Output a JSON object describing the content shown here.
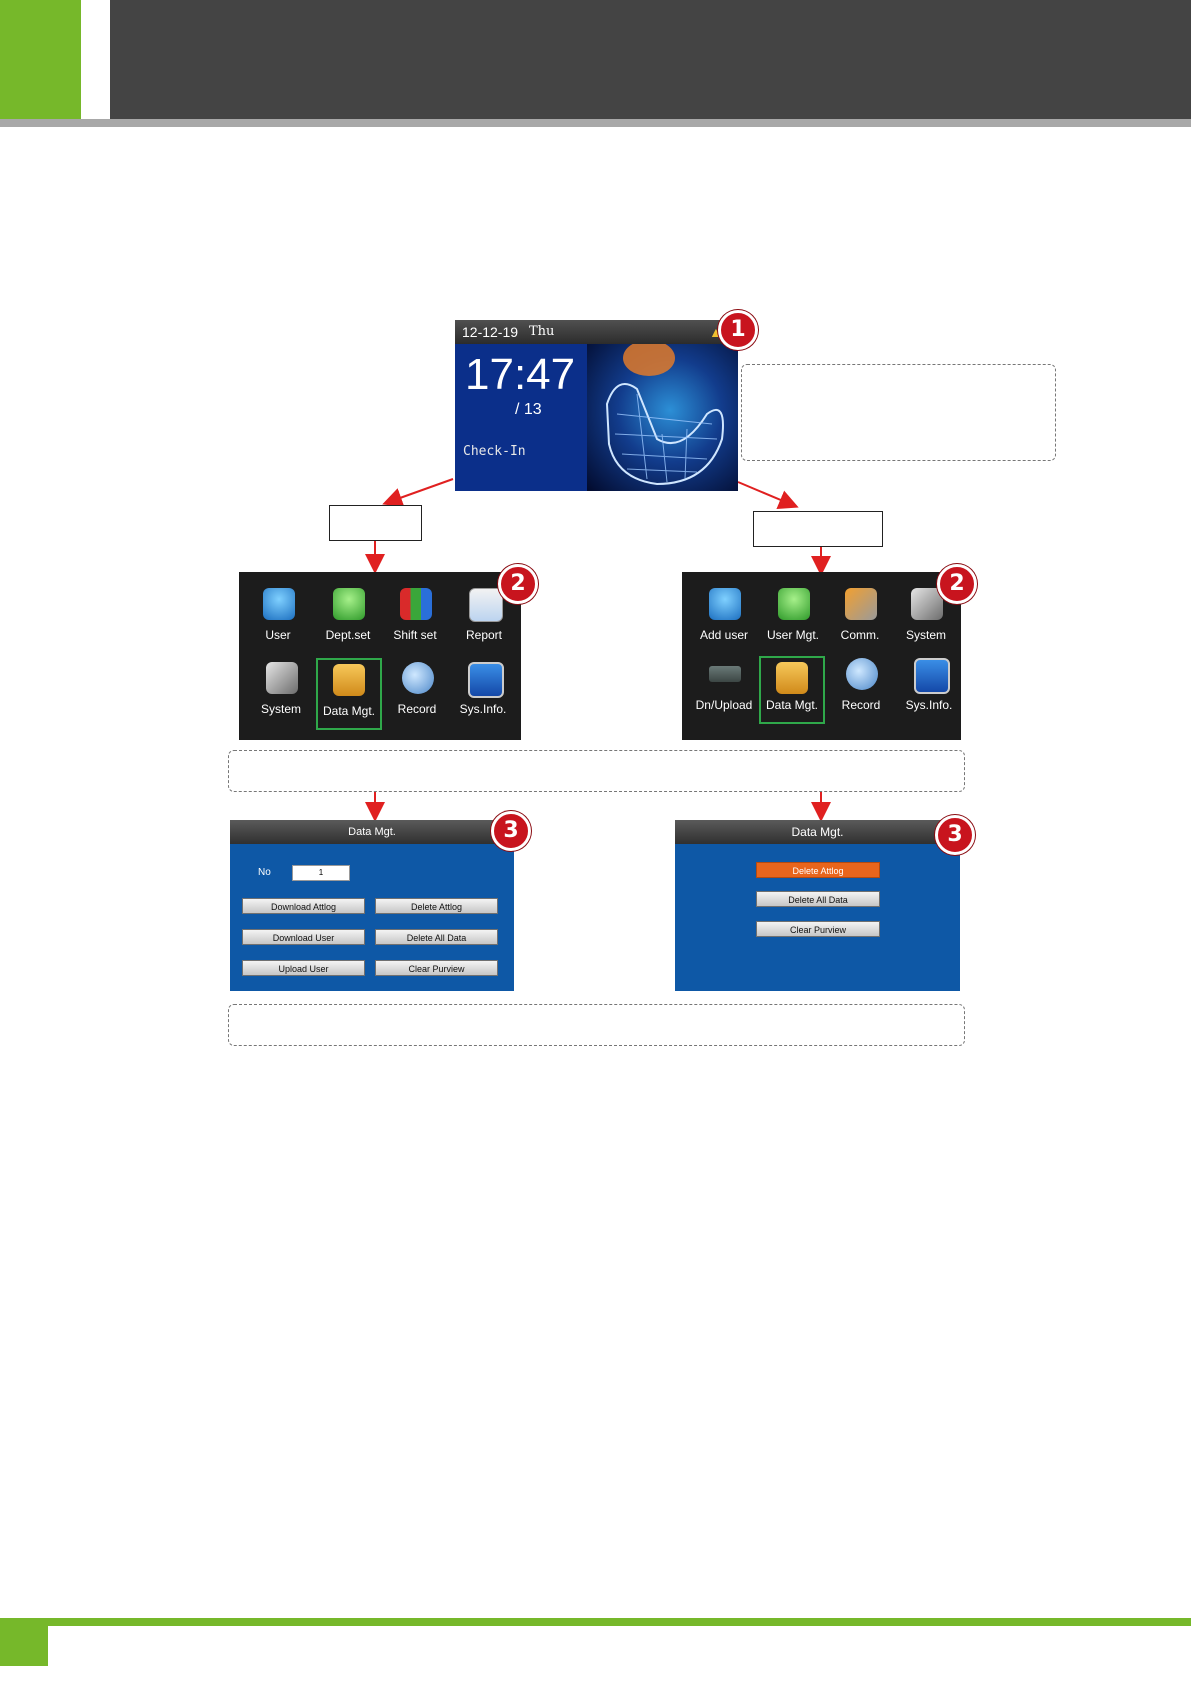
{
  "main_screen": {
    "date": "12-12-19",
    "weekday": "Thu",
    "time": "17:47",
    "subline": "/  13",
    "state": "Check-In",
    "badge": "1"
  },
  "left_menu": {
    "badge": "2",
    "items": [
      {
        "label": "User",
        "icon": "user-icon"
      },
      {
        "label": "Dept.set",
        "icon": "department-icon"
      },
      {
        "label": "Shift set",
        "icon": "shift-chart-icon"
      },
      {
        "label": "Report",
        "icon": "report-icon"
      },
      {
        "label": "System",
        "icon": "tools-icon"
      },
      {
        "label": "Data Mgt.",
        "icon": "data-folder-icon"
      },
      {
        "label": "Record",
        "icon": "record-search-icon"
      },
      {
        "label": "Sys.Info.",
        "icon": "monitor-icon"
      }
    ]
  },
  "right_menu": {
    "badge": "2",
    "items": [
      {
        "label": "Add user",
        "icon": "add-user-icon"
      },
      {
        "label": "User Mgt.",
        "icon": "user-management-icon"
      },
      {
        "label": "Comm.",
        "icon": "communication-icon"
      },
      {
        "label": "System",
        "icon": "tools-icon"
      },
      {
        "label": "Dn/Upload",
        "icon": "usb-drive-icon"
      },
      {
        "label": "Data Mgt.",
        "icon": "data-folder-icon"
      },
      {
        "label": "Record",
        "icon": "record-search-icon"
      },
      {
        "label": "Sys.Info.",
        "icon": "monitor-icon"
      }
    ]
  },
  "left_data_mgt": {
    "title": "Data Mgt.",
    "badge": "3",
    "no_label": "No",
    "no_value": "1",
    "buttons": [
      "Download Attlog",
      "Delete Attlog",
      "Download User",
      "Delete All Data",
      "Upload User",
      "Clear Purview"
    ]
  },
  "right_data_mgt": {
    "title": "Data Mgt.",
    "badge": "3",
    "buttons": [
      "Delete Attlog",
      "Delete All Data",
      "Clear Purview"
    ]
  },
  "colors": {
    "brand_green": "#76b82a",
    "header_dark": "#444444",
    "badge_red": "#c8141e",
    "screen_blue": "#0e58a6",
    "highlight_orange": "#e8651c"
  }
}
